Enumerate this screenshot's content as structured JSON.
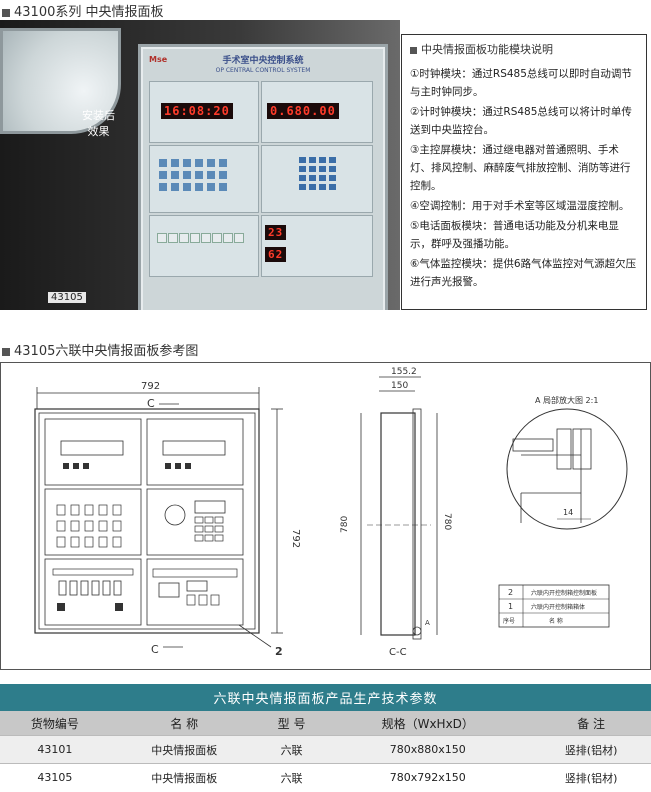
{
  "section1_title": "43100系列  中央情报面板",
  "photo": {
    "panel_title": "手术室中央控制系统",
    "panel_subtitle": "OP CENTRAL CONTROL SYSTEM",
    "logo_text": "Mse",
    "clock_display": "16:08:20",
    "timer_display": "0.680.00",
    "temp_display": "23",
    "humidity_display": "62",
    "lens_text_line1": "安装后",
    "lens_text_line2": "效果",
    "code": "43105"
  },
  "description": {
    "title": "中央情报面板功能模块说明",
    "items": [
      "①时钟模块：通过RS485总线可以即时自动调节与主时钟同步。",
      "②计时钟模块：通过RS485总线可以将计时单传送到中央监控台。",
      "③主控屏模块：通过继电器对普通照明、手术灯、排风控制、麻醉废气排放控制、消防等进行控制。",
      "④空调控制：用于对手术室等区域温湿度控制。",
      "⑤电话面板模块：普通电话功能及分机来电显示，群呼及强播功能。",
      "⑥气体监控模块：提供6路气体监控对气源超欠压进行声光报警。"
    ]
  },
  "section2_title": "43105六联中央情报面板参考图",
  "drawing": {
    "width_dim": "792",
    "height_dim": "792",
    "depth_dim_outer": "155.2",
    "depth_dim_inner": "150",
    "side_height_dim": "780",
    "side_height_dim2": "780",
    "section_mark": "C",
    "section_label": "C-C",
    "callout_2": "2",
    "detail_label": "A 局部放大图 2:1",
    "detail_dim": "14",
    "detail_marker": "A",
    "legend_rows": [
      {
        "num": "2",
        "name": "六联内开控制箱控制面板"
      },
      {
        "num": "1",
        "name": "六联内开控制箱箱体"
      },
      {
        "num": "序号",
        "name": "名    称"
      }
    ]
  },
  "table": {
    "caption": "六联中央情报面板产品生产技术参数",
    "headers": [
      "货物编号",
      "名    称",
      "型    号",
      "规格（WxHxD）",
      "备    注"
    ],
    "rows": [
      [
        "43101",
        "中央情报面板",
        "六联",
        "780x880x150",
        "竖排(铝材)"
      ],
      [
        "43105",
        "中央情报面板",
        "六联",
        "780x792x150",
        "竖排(铝材)"
      ]
    ]
  },
  "colors": {
    "table_caption_bg": "#2e7d8b",
    "led_red": "#ff3b2a"
  }
}
